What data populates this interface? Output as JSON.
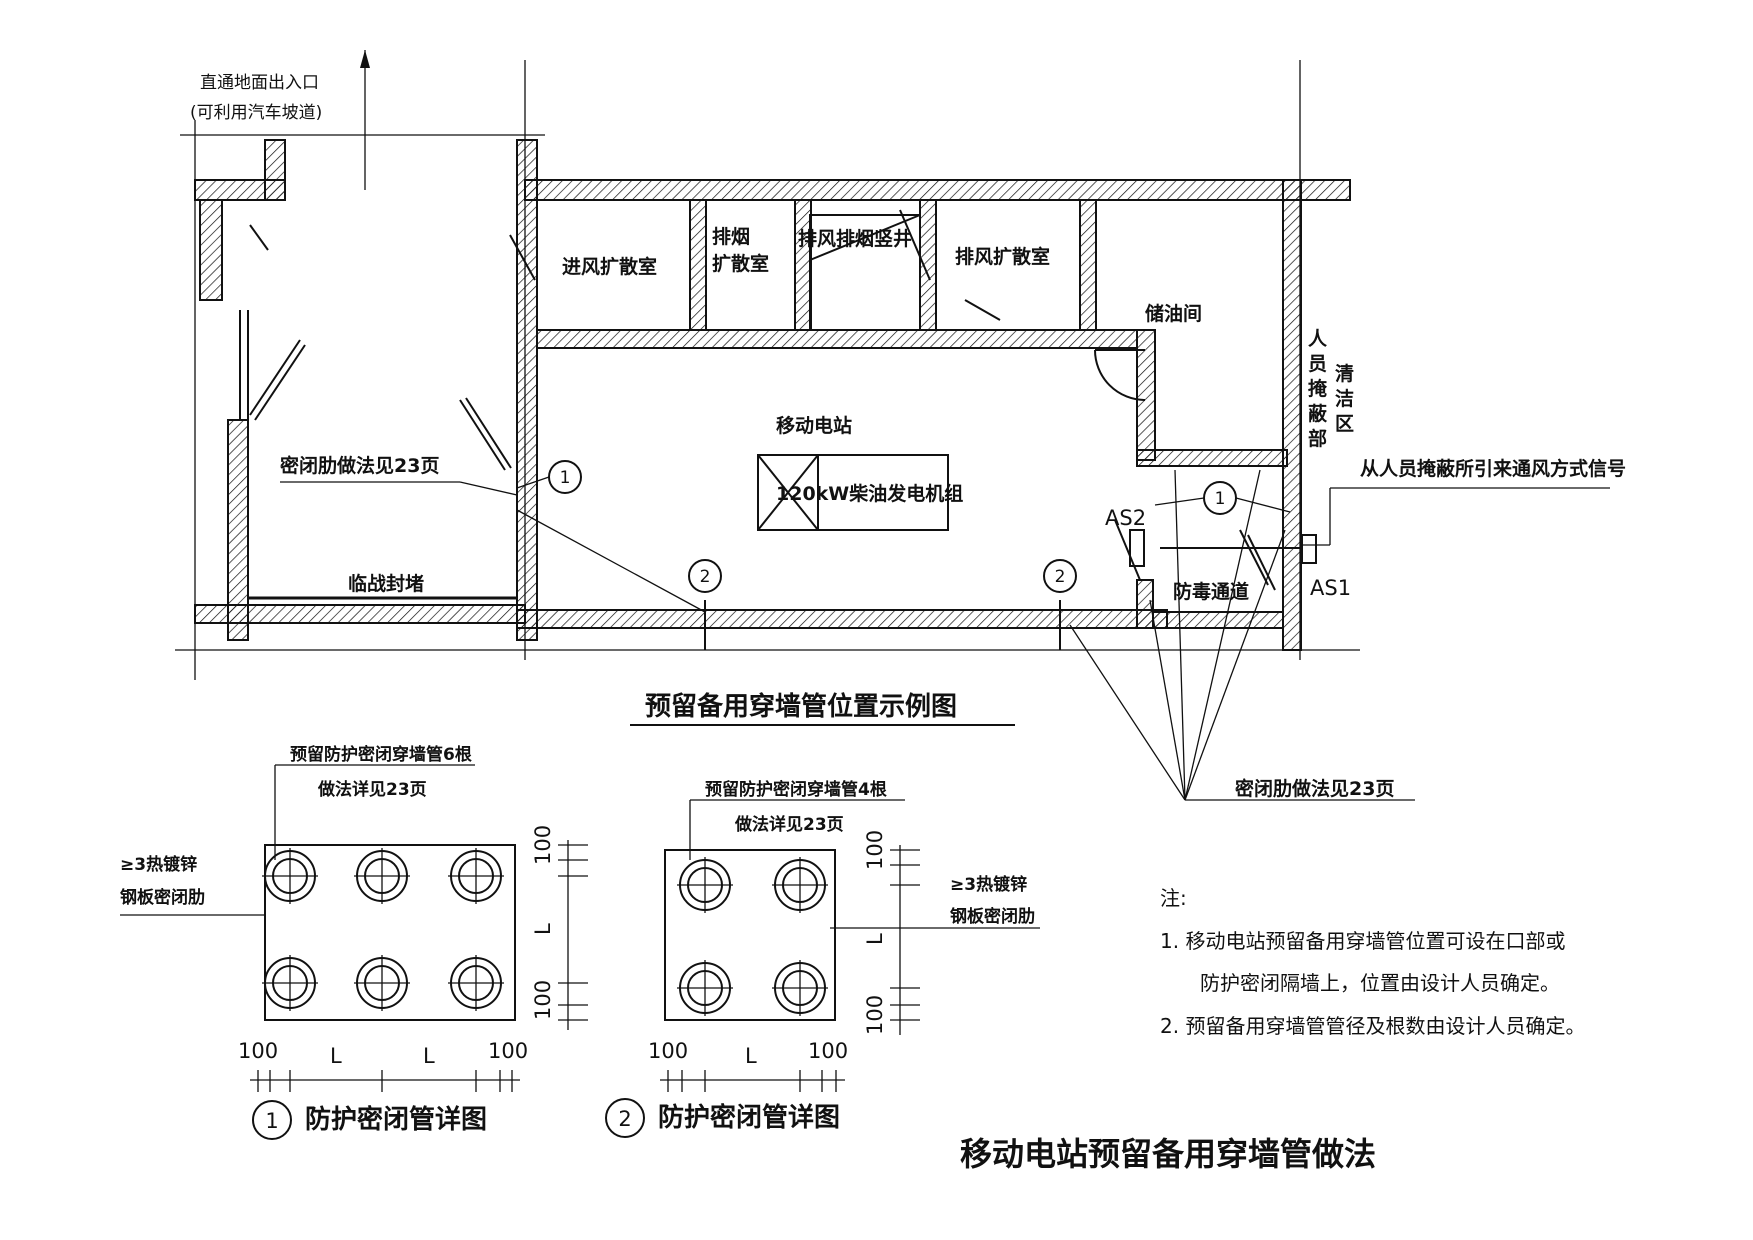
{
  "plan": {
    "title": "预留备用穿墙管位置示例图",
    "entrance_label_1": "直通地面出入口",
    "entrance_label_2": "(可利用汽车坡道)",
    "rooms": {
      "intake_diffusion": "进风扩散室",
      "smoke_diffusion_1": "排烟",
      "smoke_diffusion_2": "扩散室",
      "exhaust_shaft": "排风排烟竖井",
      "exhaust_diffusion": "排风扩散室",
      "oil_storage": "储油间",
      "mobile_station": "移动电站",
      "generator": "120kW柴油发电机组",
      "gas_proof_passage": "防毒通道",
      "wartime_seal": "临战封堵",
      "shelter_1": "人",
      "shelter_2": "员",
      "shelter_3": "掩",
      "shelter_4": "蔽",
      "shelter_5": "部",
      "clean_1": "清",
      "clean_2": "洁",
      "clean_3": "区"
    },
    "seal_rib_note_left": "密闭肋做法见23页",
    "seal_rib_note_right": "密闭肋做法见23页",
    "signal_note": "从人员掩蔽所引来通风方式信号",
    "as1": "AS1",
    "as2": "AS2",
    "callout_1": "1",
    "callout_2": "2"
  },
  "detail1": {
    "note_1": "预留防护密闭穿墙管6根",
    "note_2": "做法详见23页",
    "plate_1": "≥3热镀锌",
    "plate_2": "钢板密闭肋",
    "dim_100": "100",
    "dim_L": "L",
    "num": "1",
    "caption": "防护密闭管详图"
  },
  "detail2": {
    "note_1": "预留防护密闭穿墙管4根",
    "note_2": "做法详见23页",
    "plate_1": "≥3热镀锌",
    "plate_2": "钢板密闭肋",
    "dim_100": "100",
    "dim_L": "L",
    "num": "2",
    "caption": "防护密闭管详图"
  },
  "notes": {
    "head": "注:",
    "n1a": "1. 移动电站预留备用穿墙管位置可设在口部或",
    "n1b": "防护密闭隔墙上，位置由设计人员确定。",
    "n2": "2. 预留备用穿墙管管径及根数由设计人员确定。"
  },
  "main_title": "移动电站预留备用穿墙管做法"
}
